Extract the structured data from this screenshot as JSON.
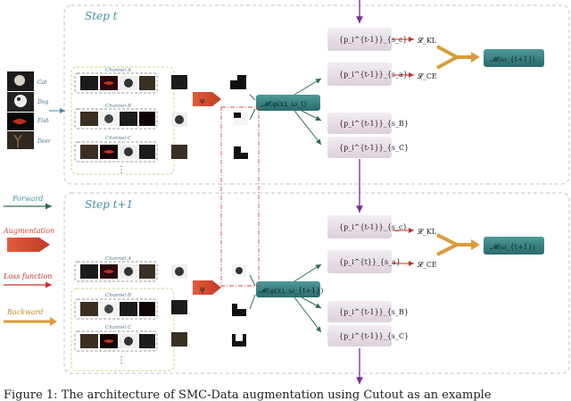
{
  "steps": {
    "step_t": "Step t",
    "step_t1": "Step t+1"
  },
  "classes": [
    "Cat",
    "Dog",
    "Fish",
    "Deer"
  ],
  "channels": {
    "a": "Channel A",
    "b": "Channel B",
    "c": "Channel C",
    "dots": "⋮"
  },
  "legend": {
    "forward": "Forward",
    "augmentation": "Augmentation",
    "loss": "Loss function",
    "backward": "Backward"
  },
  "math": {
    "phi": "φ",
    "model_t": "𝓜(φ(x), ω_t)",
    "model_t1": "𝓜(φ(x), ω_{t+1})",
    "p_sc": "{p_i^{t-1}}_{s_c}",
    "p_sa": "{p_i^{t-1}}_{s_a}",
    "p_sb": "{p_i^{t-1}}_{s_B}",
    "p_sc2": "{p_i^{t-1}}_{s_C}",
    "p_sc_t": "{p_i^{t-1}}_{s_c}",
    "p_sa_t": "{p_i^{t}}_{s_a}",
    "p_sb_t": "{p_i^{t-1}}_{s_B}",
    "p_sc_t2": "{p_i^{t-1}}_{s_C}",
    "l_kl": "𝓛_KL",
    "l_ce": "𝓛_CE",
    "model_t1_out": "𝓜(ω_{t+1})"
  },
  "caption": "Figure 1: The architecture of SMC-Data augmentation using Cutout as an example"
}
